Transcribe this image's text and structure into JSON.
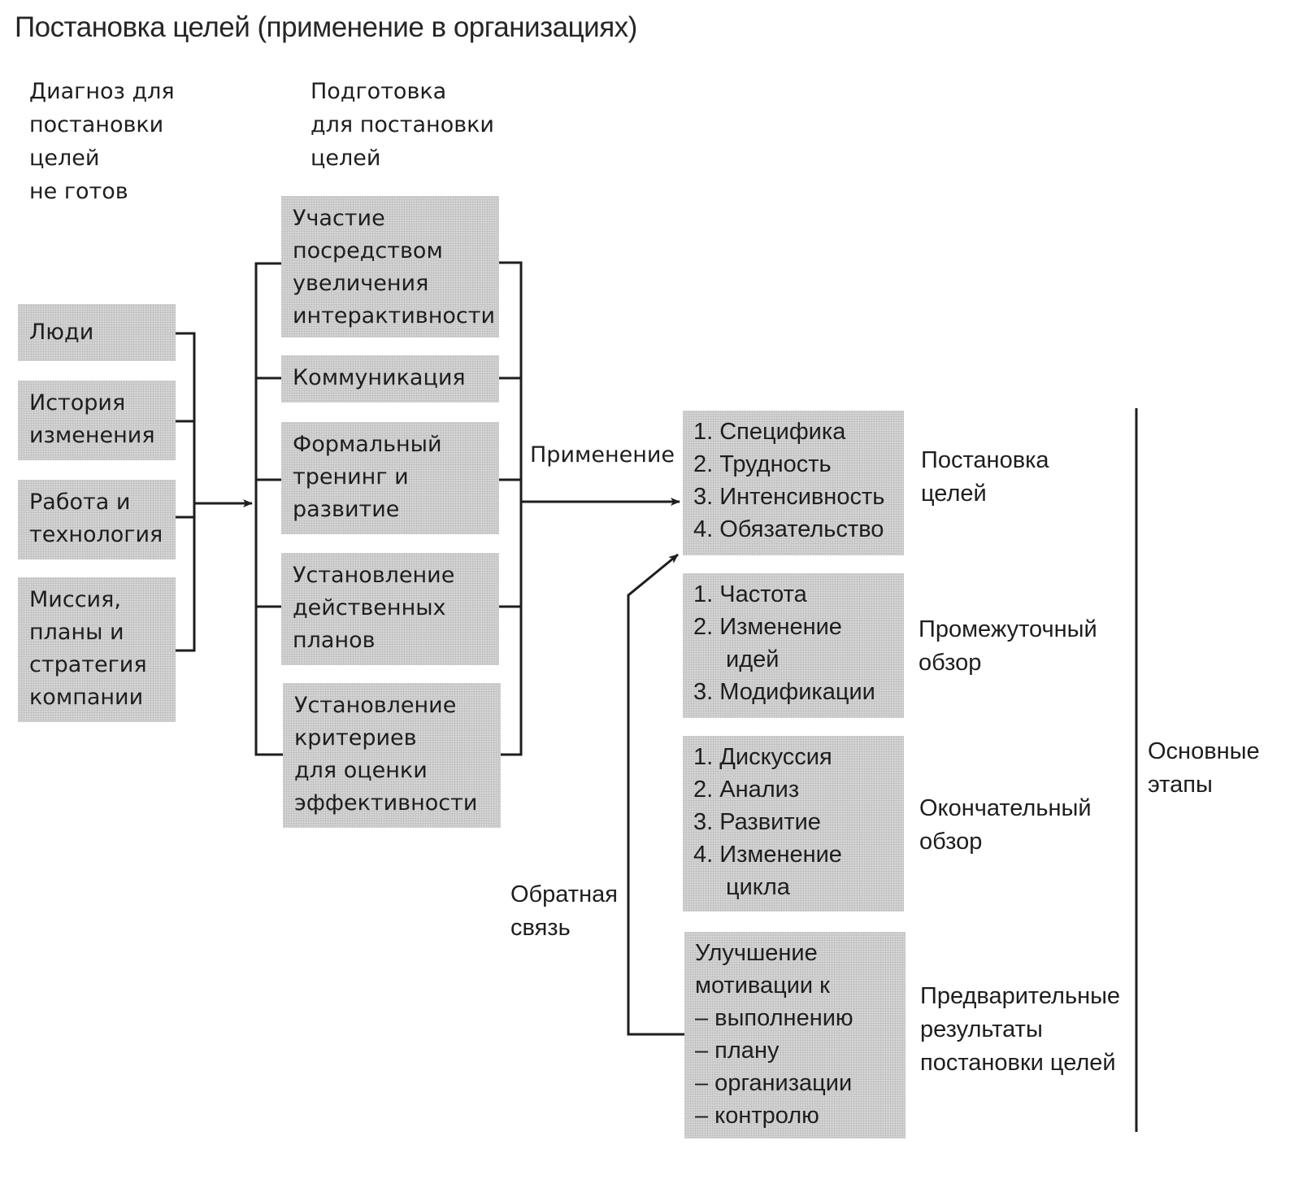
{
  "title": "Постановка целей (применение в организациях)",
  "headings": {
    "diagnosis": [
      "Диагноз для",
      "постановки",
      "целей",
      "не готов"
    ],
    "preparation": [
      "Подготовка",
      "для постановки",
      "целей"
    ]
  },
  "left_boxes": [
    {
      "lines": [
        "Люди"
      ]
    },
    {
      "lines": [
        "История",
        "изменения"
      ]
    },
    {
      "lines": [
        "Работа и",
        "технология"
      ]
    },
    {
      "lines": [
        "Миссия,",
        "планы и",
        "стратегия",
        "компании"
      ]
    }
  ],
  "middle_boxes": [
    {
      "lines": [
        "Участие",
        "посредством",
        "увеличения",
        "интерактивности"
      ]
    },
    {
      "lines": [
        "Коммуникация"
      ]
    },
    {
      "lines": [
        "Формальный",
        "тренинг и",
        "развитие"
      ]
    },
    {
      "lines": [
        "Установление",
        "действенных",
        "планов"
      ]
    },
    {
      "lines": [
        "Установление",
        "критериев",
        "для оценки",
        "эффективности"
      ]
    }
  ],
  "flow_labels": {
    "application": "Применение",
    "feedback": [
      "Обратная",
      "связь"
    ]
  },
  "stages": [
    {
      "items": [
        "1. Специфика",
        "2. Трудность",
        "3. Интенсивность",
        "4. Обязательство"
      ],
      "label": [
        "Постановка",
        "целей"
      ]
    },
    {
      "items": [
        "1. Частота",
        "2. Изменение",
        "идей",
        "3. Модификации"
      ],
      "label": [
        "Промежуточный",
        "обзор"
      ]
    },
    {
      "items": [
        "1. Дискуссия",
        "2. Анализ",
        "3. Развитие",
        "4. Изменение",
        "цикла"
      ],
      "label": [
        "Окончательный",
        "обзор"
      ]
    },
    {
      "items": [
        "Улучшение",
        "мотивации к",
        "– выполнению",
        "– плану",
        "– организации",
        "– контролю"
      ],
      "label": [
        "Предварительные",
        "результаты",
        "постановки целей"
      ]
    }
  ],
  "main_stages_label": [
    "Основные",
    "этапы"
  ]
}
